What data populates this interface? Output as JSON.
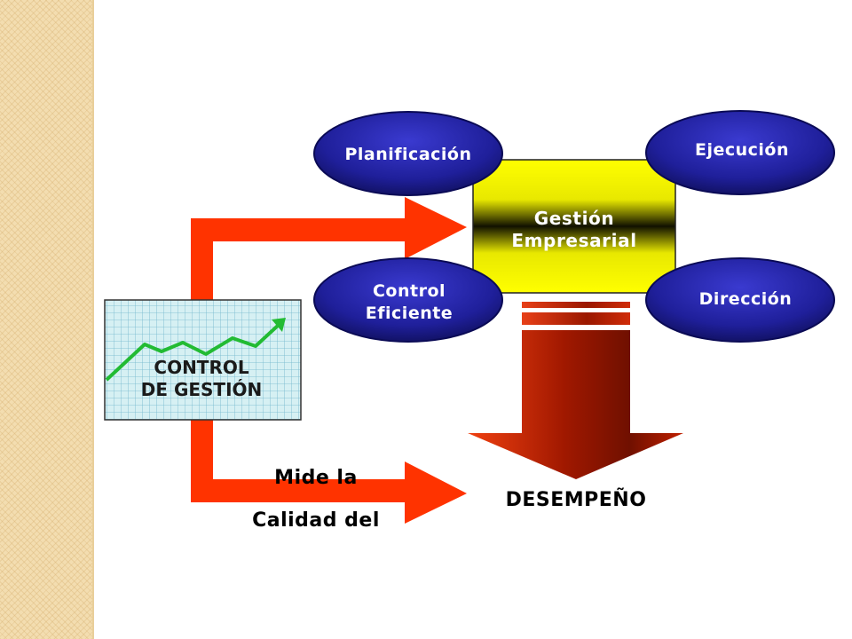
{
  "center_box": {
    "line1": "Gestión",
    "line2": "Empresarial"
  },
  "ovals": {
    "planificacion": "Planificación",
    "ejecucion": "Ejecución",
    "control_line1": "Control",
    "control_line2": "Eficiente",
    "direccion": "Dirección"
  },
  "chart_card": {
    "line1": "CONTROL",
    "line2": "DE GESTIÓN"
  },
  "captions": {
    "mide": "Mide la",
    "calidad": "Calidad del",
    "desempeno": "DESEMPEÑO"
  },
  "colors": {
    "arrow_red": "#ff3300",
    "oval_blue": "#1f1f8f",
    "box_yellow": "#ffff00",
    "trend_green": "#22bb33",
    "down_arrow_dark": "#7a1000",
    "down_arrow_light": "#e83a10"
  }
}
